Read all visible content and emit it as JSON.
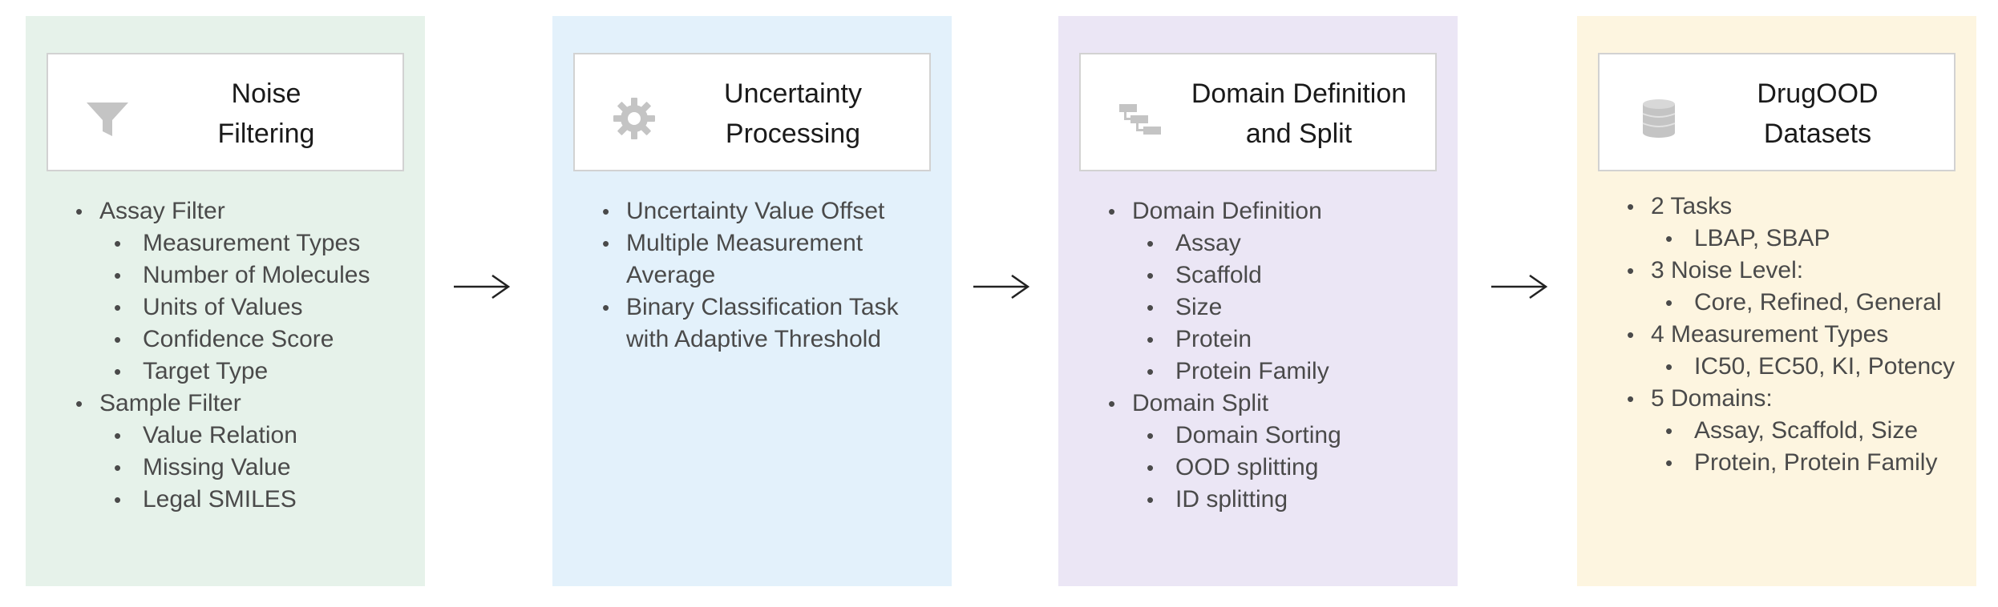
{
  "colors": {
    "panel1_bg": "#e6f2ea",
    "panel2_bg": "#e3f1fb",
    "panel3_bg": "#ebe6f5",
    "panel4_bg": "#fdf5e0",
    "icon_gray": "#c4c4c4",
    "arrow": "#222222"
  },
  "panels": [
    {
      "title_line1": "Noise",
      "title_line2": "Filtering",
      "icon": "funnel-icon",
      "items": [
        {
          "label": "Assay Filter",
          "sub": [
            "Measurement Types",
            "Number of Molecules",
            "Units of Values",
            "Confidence Score",
            "Target Type"
          ]
        },
        {
          "label": "Sample Filter",
          "sub": [
            "Value Relation",
            "Missing Value",
            "Legal SMILES"
          ]
        }
      ]
    },
    {
      "title_line1": "Uncertainty",
      "title_line2": "Processing",
      "icon": "gear-icon",
      "items": [
        {
          "label": "Uncertainty Value Offset",
          "sub": []
        },
        {
          "label": "Multiple Measurement Average",
          "sub": []
        },
        {
          "label": "Binary Classification Task with Adaptive Threshold",
          "sub": []
        }
      ]
    },
    {
      "title_line1": "Domain Definition",
      "title_line2": "and Split",
      "icon": "hierarchy-icon",
      "items": [
        {
          "label": "Domain Definition",
          "sub": [
            "Assay",
            "Scaffold",
            "Size",
            "Protein",
            "Protein Family"
          ]
        },
        {
          "label": "Domain Split",
          "sub": [
            "Domain Sorting",
            "OOD splitting",
            "ID splitting"
          ]
        }
      ]
    },
    {
      "title_line1": "DrugOOD",
      "title_line2": "Datasets",
      "icon": "database-icon",
      "items": [
        {
          "label": "2 Tasks",
          "sub": [
            "LBAP, SBAP"
          ]
        },
        {
          "label": "3 Noise Level:",
          "sub": [
            "Core, Refined, General"
          ]
        },
        {
          "label": "4 Measurement Types",
          "sub": [
            "IC50, EC50, KI, Potency"
          ]
        },
        {
          "label": "5 Domains:",
          "sub": [
            "Assay, Scaffold, Size",
            "Protein, Protein Family"
          ]
        }
      ]
    }
  ]
}
